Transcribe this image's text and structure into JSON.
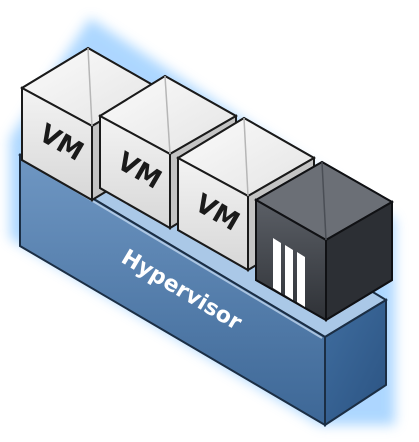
{
  "diagram": {
    "hypervisor": {
      "label": "Hypervisor"
    },
    "vms": [
      {
        "label": "VM"
      },
      {
        "label": "VM"
      },
      {
        "label": "VM"
      }
    ],
    "colors": {
      "hypervisor_front": "#4f7cab",
      "hypervisor_top": "#93b5d9",
      "hypervisor_side": "#2f5a89",
      "glow": "#8fc4ff",
      "vm_front": "#e8e8e8",
      "vm_side": "#c9c9c9",
      "vm_top": "#f4f4f4",
      "dark_cube": "#3f4248"
    },
    "icons": [
      "three-bars-icon"
    ]
  }
}
